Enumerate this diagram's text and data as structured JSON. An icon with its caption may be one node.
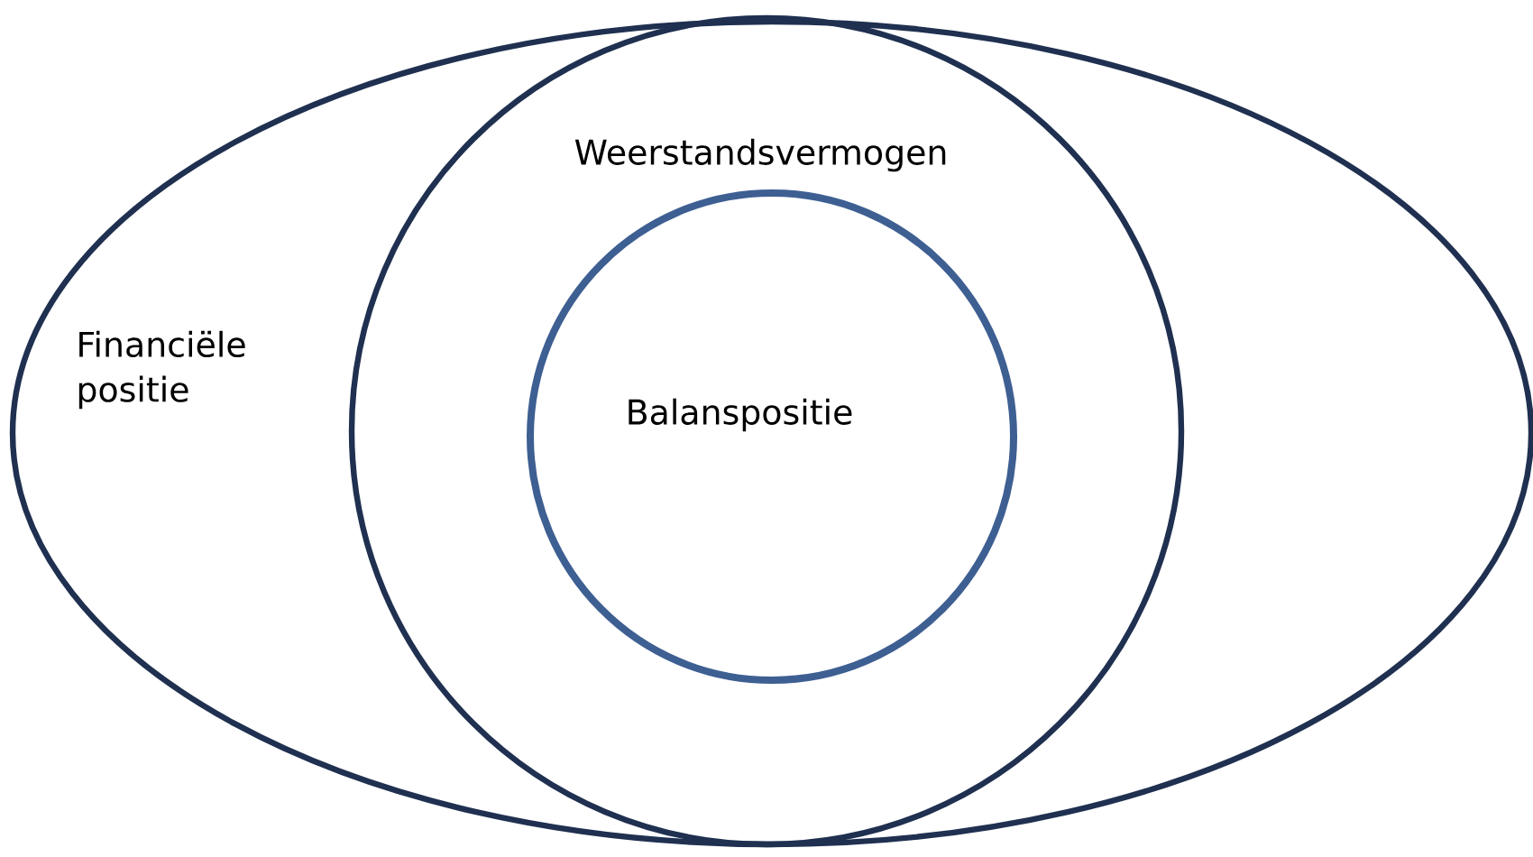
{
  "diagram": {
    "nodes": [
      {
        "text": [
          "Financiële positie"
        ]
      },
      {
        "text": [
          "Weerstandsvermogen"
        ],
        "in": 0
      },
      {
        "text": [
          "Balanspositie"
        ],
        "in": 1
      }
    ]
  }
}
